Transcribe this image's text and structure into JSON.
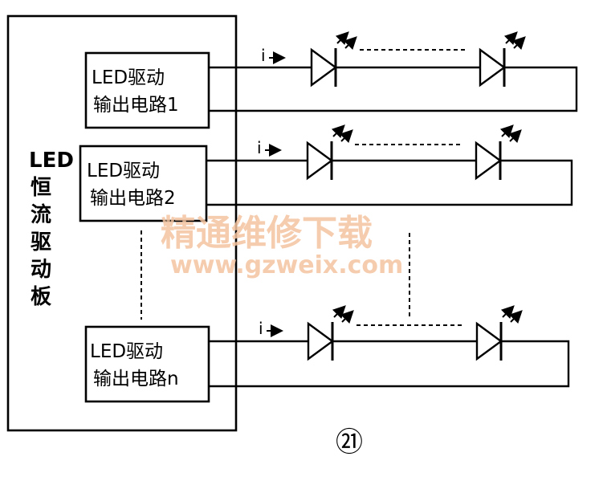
{
  "main_board": {
    "label_lines": [
      "LED",
      "恒",
      "流",
      "驱",
      "动",
      "板"
    ]
  },
  "driver_circuits": [
    {
      "line1": "LED驱动",
      "line2": "输出电路1"
    },
    {
      "line1": "LED驱动",
      "line2": "输出电路2"
    },
    {
      "line1": "LED驱动",
      "line2": "输出电路n"
    }
  ],
  "current_label": "i",
  "watermark": {
    "line1": "精通维修下载",
    "line2": "www.gzweix.com"
  },
  "figure_number": "㉑"
}
